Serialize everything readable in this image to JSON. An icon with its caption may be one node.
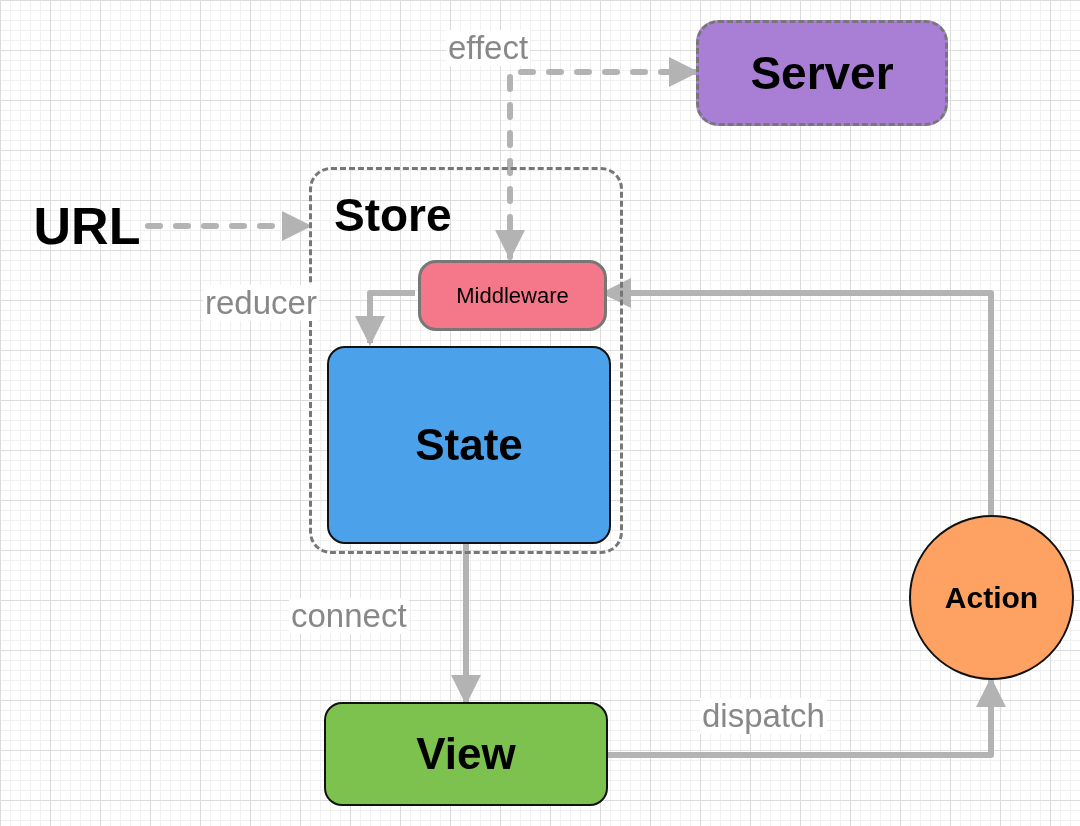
{
  "diagram": {
    "nodes": [
      {
        "text": [
          "URL"
        ]
      },
      {
        "text": [
          "Store"
        ]
      },
      {
        "text": [
          "Middleware"
        ],
        "in": 1
      },
      {
        "text": [
          "State"
        ],
        "in": 1
      },
      {
        "text": [
          "Server"
        ]
      },
      {
        "text": [
          "View"
        ]
      },
      {
        "text": [
          "Action"
        ]
      }
    ],
    "edges": [
      {
        "from": 0,
        "to": 1,
        "arrow": "to",
        "style": "dashed"
      },
      {
        "from": 2,
        "to": 4,
        "arrow": "both",
        "style": "dashed",
        "label": "effect"
      },
      {
        "from": 2,
        "to": 3,
        "arrow": "to",
        "label": "reducer"
      },
      {
        "from": 3,
        "to": 5,
        "arrow": "to",
        "label": "connect"
      },
      {
        "from": 5,
        "to": 6,
        "arrow": "to",
        "label": "dispatch"
      },
      {
        "from": 6,
        "to": 2,
        "arrow": "to"
      }
    ]
  }
}
